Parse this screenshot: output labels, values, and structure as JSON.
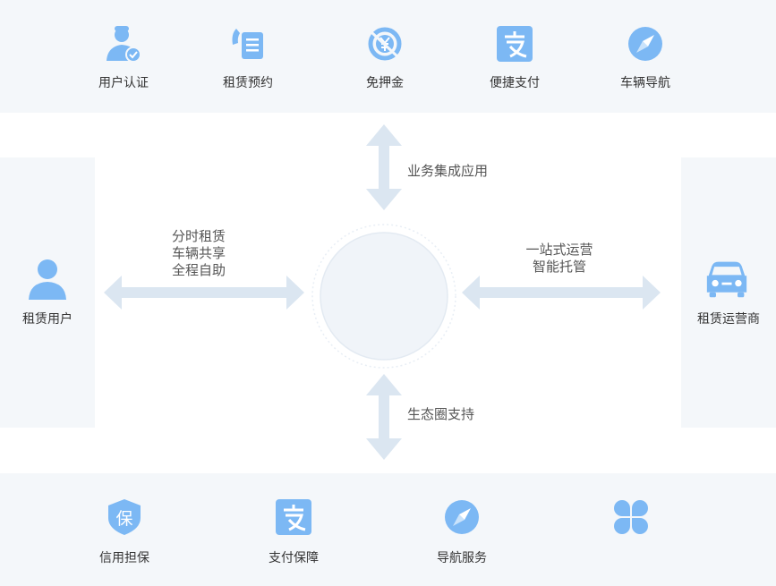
{
  "top_features": [
    {
      "label": "用户认证",
      "icon": "user-verified-icon"
    },
    {
      "label": "租赁预约",
      "icon": "phone-document-icon"
    },
    {
      "label": "免押金",
      "icon": "yuan-coin-icon"
    },
    {
      "label": "便捷支付",
      "icon": "alipay-icon"
    },
    {
      "label": "车辆导航",
      "icon": "compass-icon"
    }
  ],
  "bottom_features": [
    {
      "label": "信用担保",
      "icon": "shield-bao-icon",
      "glyph": "保"
    },
    {
      "label": "支付保障",
      "icon": "alipay-icon"
    },
    {
      "label": "导航服务",
      "icon": "compass-icon"
    },
    {
      "label": "",
      "icon": "clover-icon"
    }
  ],
  "left_party": {
    "label": "租赁用户",
    "icon": "user-icon"
  },
  "right_party": {
    "label": "租赁运营商",
    "icon": "car-icon"
  },
  "connectors": {
    "top": "业务集成应用",
    "bottom": "生态圈支持",
    "left": [
      "分时租赁",
      "车辆共享",
      "全程自助"
    ],
    "right": [
      "一站式运营",
      "智能托管"
    ]
  },
  "colors": {
    "icon_blue": "#7cb8f4",
    "arrow": "#dbe6f1",
    "panel": "#f4f7fa",
    "hub": "#f0f4f9"
  }
}
